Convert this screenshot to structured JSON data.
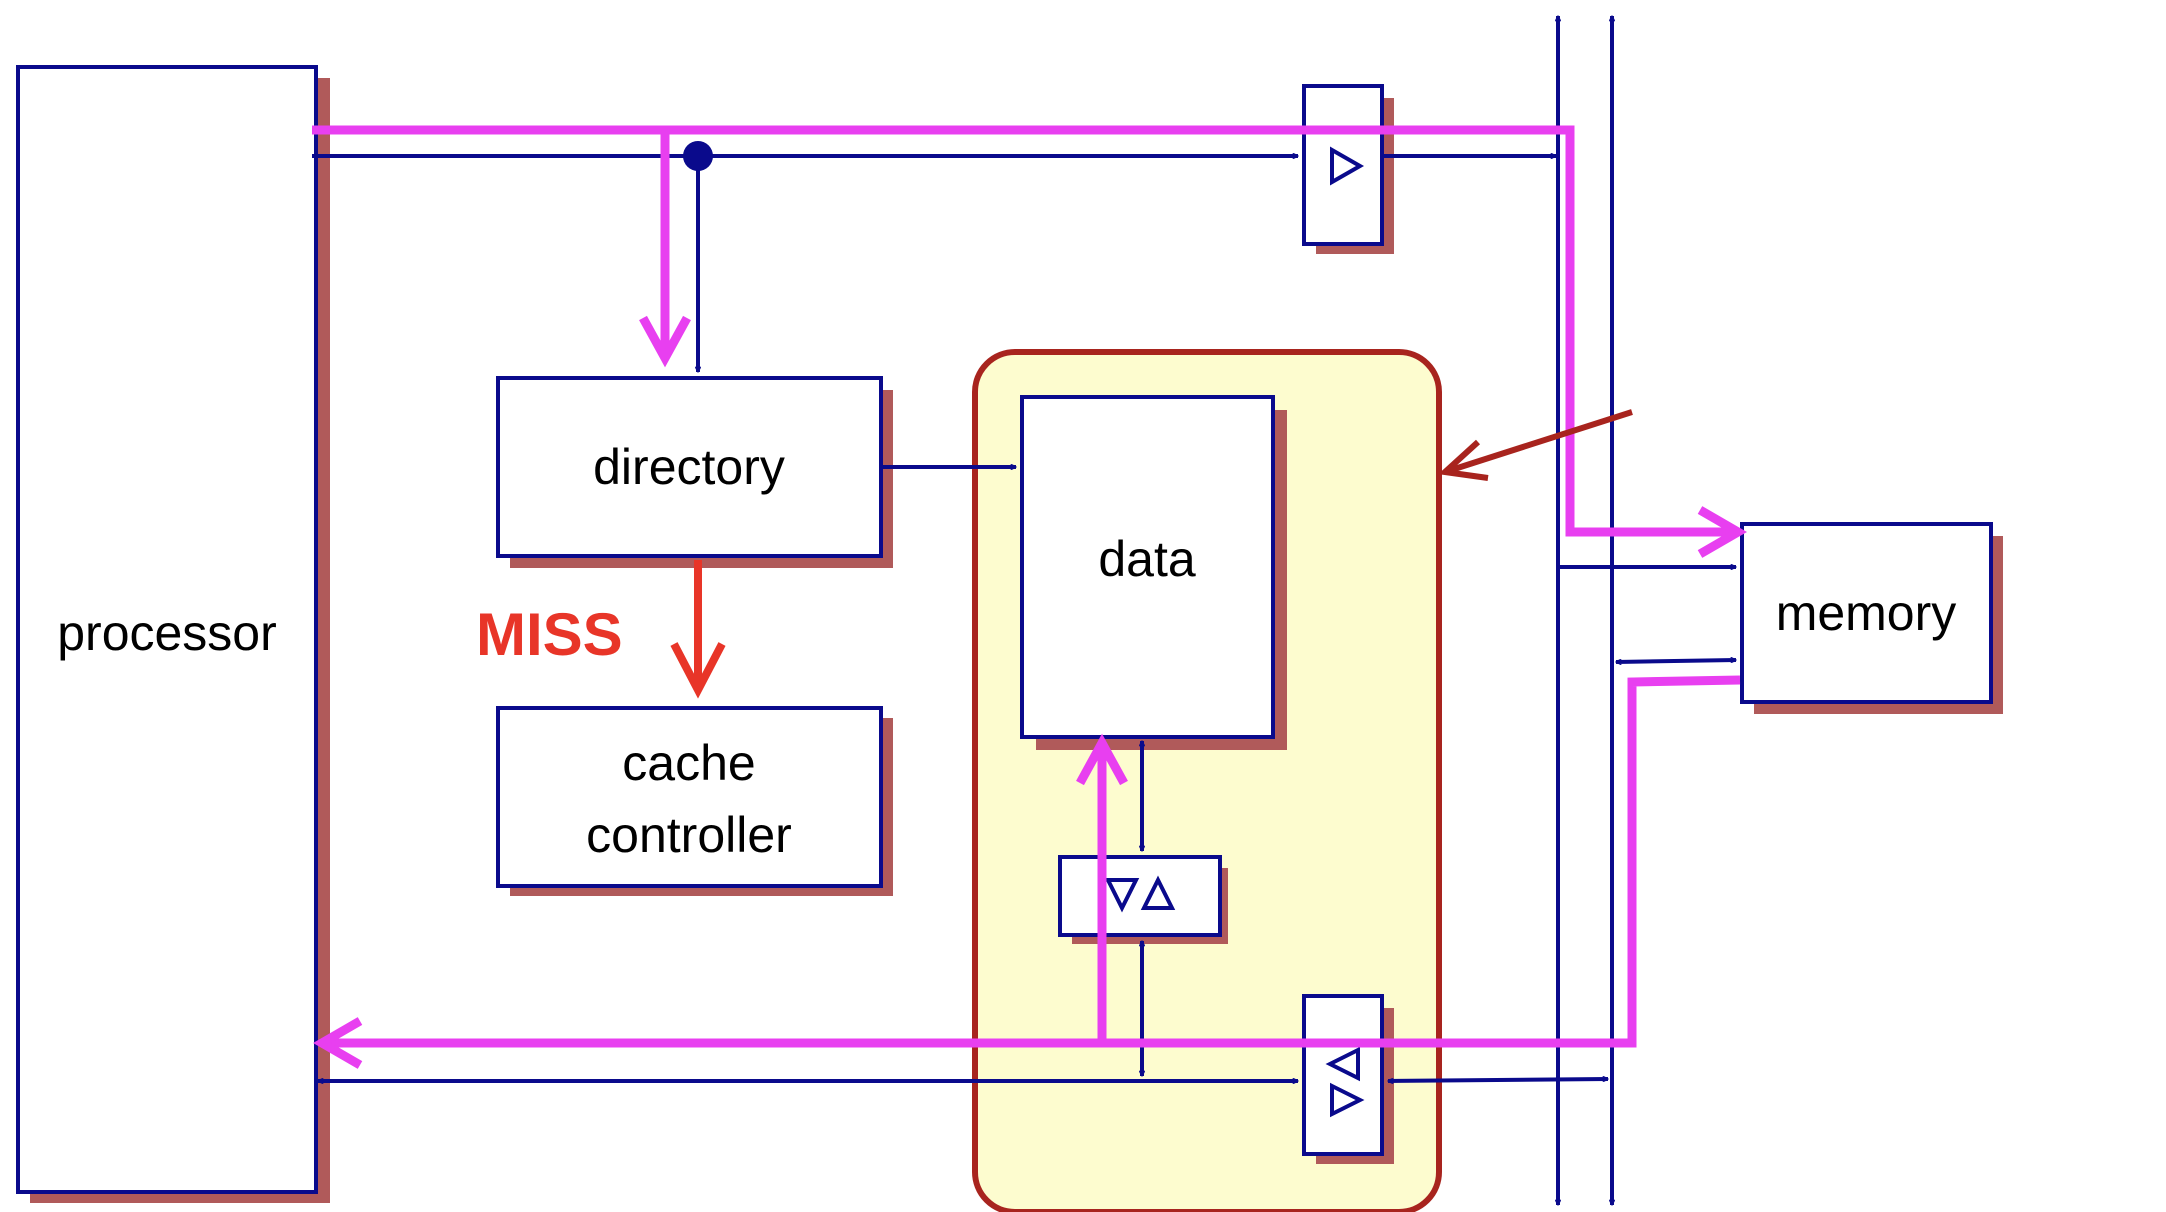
{
  "labels": {
    "processor": "processor",
    "directory": "directory",
    "miss": "MISS",
    "cache_controller_line1": "cache",
    "cache_controller_line2": "controller",
    "data": "data",
    "memory": "memory"
  },
  "colors": {
    "box_stroke": "#0a0a8c",
    "shadow": "#b05a5a",
    "bus_line": "#0a0a8c",
    "path_highlight": "#e83ff0",
    "miss_text": "#e83528",
    "cache_region_fill": "#fdfccf",
    "cache_region_stroke": "#a8241e",
    "pointer_arrow": "#a8241e"
  },
  "icons": {
    "buffer": "triangle-right-icon",
    "transceiver": "triangle-pair-icon"
  }
}
